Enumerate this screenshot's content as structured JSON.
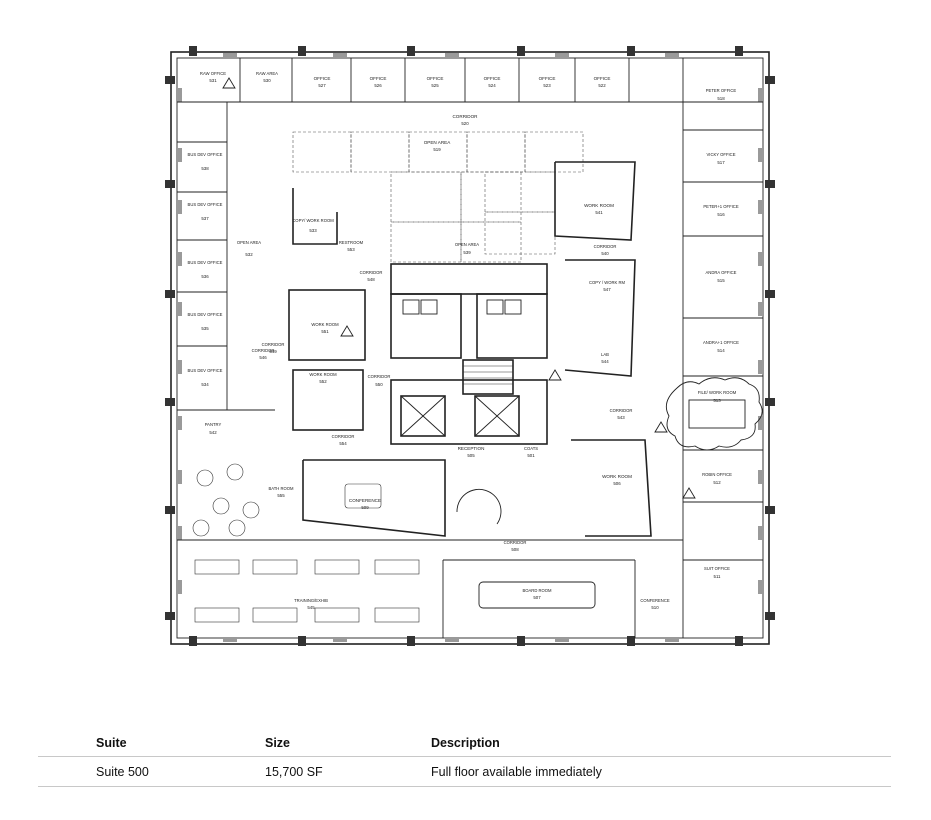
{
  "floor_plan": {
    "rooms": {
      "r531": {
        "name": "RAW OFFICE",
        "num": "531"
      },
      "r530": {
        "name": "RAW AREA",
        "num": "530"
      },
      "r527": {
        "name": "OFFICE",
        "num": "527"
      },
      "r526": {
        "name": "OFFICE",
        "num": "526"
      },
      "r525": {
        "name": "OFFICE",
        "num": "525"
      },
      "r524": {
        "name": "OFFICE",
        "num": "524"
      },
      "r523": {
        "name": "OFFICE",
        "num": "523"
      },
      "r522": {
        "name": "OFFICE",
        "num": "522"
      },
      "r520": {
        "name": "CORRIDOR",
        "num": "520"
      },
      "r519": {
        "name": "OPEN AREA",
        "num": "519"
      },
      "r518": {
        "name": "PETER OFFICE",
        "num": "518"
      },
      "r517": {
        "name": "VICKY OFFICE",
        "num": "517"
      },
      "r516": {
        "name": "PETER+1 OFFICE",
        "num": "516"
      },
      "r515": {
        "name": "ANDRA OFFICE",
        "num": "515"
      },
      "r514": {
        "name": "ANDRA+1 OFFICE",
        "num": "514"
      },
      "r513": {
        "name": "FILE/ WORK ROOM",
        "num": "513"
      },
      "r512": {
        "name": "ROBIN OFFICE",
        "num": "512"
      },
      "r511": {
        "name": "SUIT OFFICE",
        "num": "511"
      },
      "r510": {
        "name": "CONFERENCE",
        "num": "510"
      },
      "r541": {
        "name": "WORK ROOM",
        "num": "541"
      },
      "r540": {
        "name": "CORRIDOR",
        "num": "540"
      },
      "r547": {
        "name": "COPY / WORK RM",
        "num": "547"
      },
      "r544": {
        "name": "LAB",
        "num": "544"
      },
      "r543": {
        "name": "CORRIDOR",
        "num": "543"
      },
      "r538": {
        "name": "BUS DEV OFFICE",
        "num": "538"
      },
      "r537": {
        "name": "BUS DEV OFFICE",
        "num": "537"
      },
      "r536": {
        "name": "BUS DEV OFFICE",
        "num": "536"
      },
      "r535": {
        "name": "BUS DEV OFFICE",
        "num": "535"
      },
      "r534": {
        "name": "BUS DEV OFFICE",
        "num": "534"
      },
      "r542": {
        "name": "PANTRY",
        "num": "542"
      },
      "r532": {
        "name": "OPEN AREA",
        "num": "532"
      },
      "r533": {
        "name": "COPY/ WORK ROOM",
        "num": "533"
      },
      "r553": {
        "name": "RESTROOM",
        "num": "553"
      },
      "r548": {
        "name": "CORRIDOR",
        "num": "548"
      },
      "r539": {
        "name": "OPEN AREA",
        "num": "539"
      },
      "r551": {
        "name": "WORK ROOM",
        "num": "551"
      },
      "r552": {
        "name": "WORK ROOM",
        "num": "552"
      },
      "r549": {
        "name": "CORRIDOR",
        "num": "549"
      },
      "r550": {
        "name": "CORRIDOR",
        "num": "550"
      },
      "r554": {
        "name": "CORRIDOR",
        "num": "554"
      },
      "r505": {
        "name": "RECEPTION",
        "num": "505"
      },
      "r501": {
        "name": "COATS",
        "num": "501"
      },
      "r506": {
        "name": "WORK ROOM",
        "num": "506"
      },
      "r509": {
        "name": "CONFERENCE",
        "num": "509"
      },
      "r555": {
        "name": "BATH ROOM",
        "num": "555"
      },
      "r508": {
        "name": "CORRIDOR",
        "num": "508"
      },
      "r507": {
        "name": "BOARD ROOM",
        "num": "507"
      },
      "r545": {
        "name": "TRAINING/EXHIB",
        "num": "545"
      },
      "r546": {
        "name": "CORRIDOR",
        "num": "546"
      }
    }
  },
  "table": {
    "headers": [
      "Suite",
      "Size",
      "Description"
    ],
    "rows": [
      {
        "suite": "Suite 500",
        "size": "15,700 SF",
        "description": "Full floor available immediately"
      }
    ]
  }
}
